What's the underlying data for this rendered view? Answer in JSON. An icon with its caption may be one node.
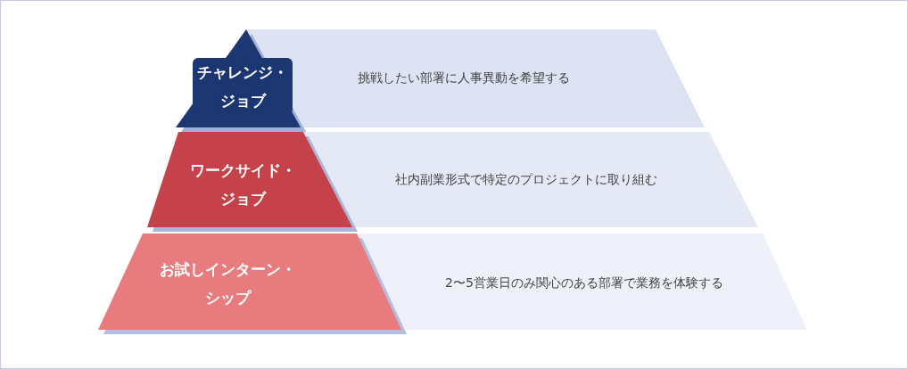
{
  "diagram": {
    "nodes": [
      {
        "text": [
          "チャレンジ・ジョブ"
        ]
      },
      {
        "text": [
          "挑戦したい部署に人事異動を希望する"
        ]
      },
      {
        "text": [
          "ワークサイド・ジョブ"
        ]
      },
      {
        "text": [
          "社内副業形式で特定のプロジェクトに取り組む"
        ]
      },
      {
        "text": [
          "お試しインターン・シップ"
        ]
      },
      {
        "text": [
          "2〜5営業日のみ関心のある部署で業務を体験する"
        ]
      }
    ]
  }
}
